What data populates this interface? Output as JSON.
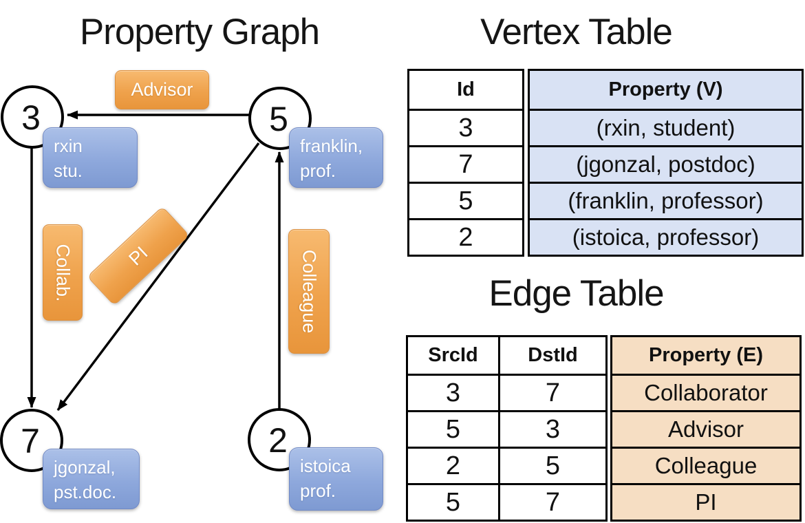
{
  "graph": {
    "title": "Property Graph",
    "nodes": [
      {
        "id": "3",
        "property_line1": "rxin",
        "property_line2": "stu."
      },
      {
        "id": "5",
        "property_line1": "franklin,",
        "property_line2": "prof."
      },
      {
        "id": "7",
        "property_line1": "jgonzal,",
        "property_line2": "pst.doc."
      },
      {
        "id": "2",
        "property_line1": "istoica",
        "property_line2": "prof."
      }
    ],
    "edge_labels": {
      "advisor": "Advisor",
      "collab": "Collab.",
      "pi": "PI",
      "colleague": "Colleague"
    }
  },
  "vertex_table": {
    "title": "Vertex Table",
    "columns": {
      "id": "Id",
      "property": "Property (V)"
    },
    "rows": [
      {
        "id": "3",
        "property": "(rxin, student)"
      },
      {
        "id": "7",
        "property": "(jgonzal, postdoc)"
      },
      {
        "id": "5",
        "property": "(franklin, professor)"
      },
      {
        "id": "2",
        "property": "(istoica, professor)"
      }
    ]
  },
  "edge_table": {
    "title": "Edge Table",
    "columns": {
      "src": "SrcId",
      "dst": "DstId",
      "property": "Property (E)"
    },
    "rows": [
      {
        "src": "3",
        "dst": "7",
        "property": "Collaborator"
      },
      {
        "src": "5",
        "dst": "3",
        "property": "Advisor"
      },
      {
        "src": "2",
        "dst": "5",
        "property": "Colleague"
      },
      {
        "src": "5",
        "dst": "7",
        "property": "PI"
      }
    ]
  },
  "colors": {
    "edge_label_orange": "#EFA24C",
    "vertex_label_blue": "#8EA8DC",
    "vertex_property_cell_blue": "#D9E2F4",
    "edge_property_cell_tan": "#F6DEC3",
    "line_and_border": "#000000"
  }
}
